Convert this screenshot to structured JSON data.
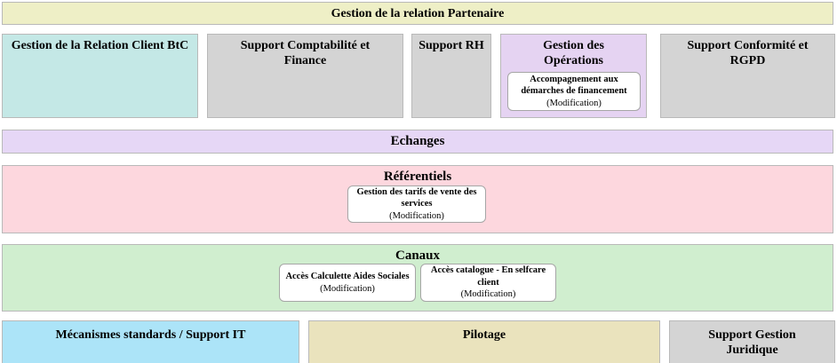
{
  "header": {
    "title": "Gestion de la relation Partenaire"
  },
  "domains": [
    {
      "label": "Gestion de la Relation Client BtC"
    },
    {
      "label": "Support Comptabilité et Finance"
    },
    {
      "label": "Support RH"
    },
    {
      "label": "Gestion des Opérations",
      "items": [
        {
          "title": "Accompagnement aux démarches de financement",
          "status": "(Modification)"
        }
      ]
    },
    {
      "label": "Support Conformité et RGPD"
    }
  ],
  "bands": [
    {
      "label": "Echanges",
      "items": []
    },
    {
      "label": "Référentiels",
      "items": [
        {
          "title": "Gestion des tarifs de vente des services",
          "status": "(Modification)"
        }
      ]
    },
    {
      "label": "Canaux",
      "items": [
        {
          "title": "Accès Calculette Aides Sociales",
          "status": "(Modification)"
        },
        {
          "title": "Accès catalogue - En selfcare client",
          "status": "(Modification)"
        }
      ]
    }
  ],
  "footer": [
    {
      "label": "Mécanismes standards / Support IT"
    },
    {
      "label": "Pilotage"
    },
    {
      "label": "Support Gestion Juridique"
    }
  ],
  "colors": {
    "header_bg": "#eeefc6",
    "client_btc_bg": "#c4e8e6",
    "support_bg": "#d4d4d4",
    "operations_bg": "#e5d3f2",
    "echanges_bg": "#e6d7f6",
    "referentiels_bg": "#fdd7de",
    "canaux_bg": "#d0eecf",
    "support_it_bg": "#ace4f8",
    "pilotage_bg": "#eae3bd",
    "card_bg": "#ffffff",
    "text": "#000000"
  }
}
